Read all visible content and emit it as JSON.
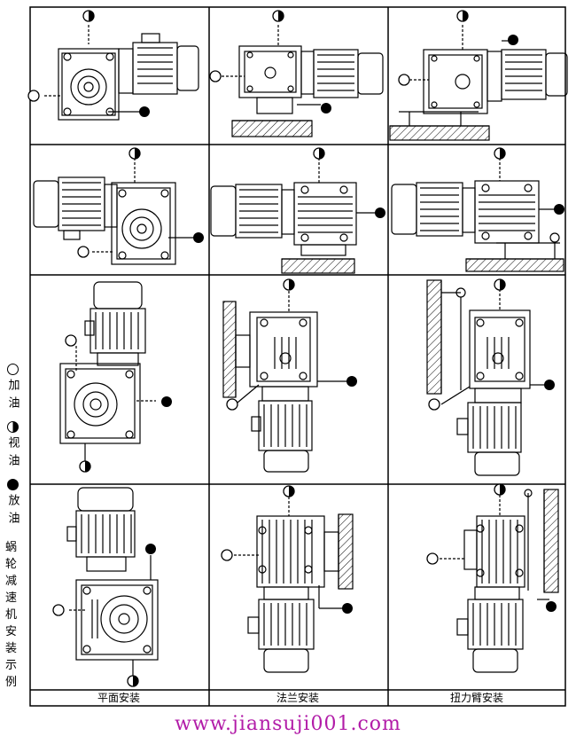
{
  "legend": {
    "fill": "加油",
    "view": "视油",
    "drain": "放油"
  },
  "title": [
    "蜗",
    "轮",
    "减",
    "速",
    "机",
    "安",
    "装",
    "示",
    "例"
  ],
  "captions": {
    "col1": "平面安装",
    "col2": "法兰安装",
    "col3": "扭力臂安装"
  },
  "footer": {
    "url": "www.jiansuji001.com",
    "color": "#b21ca8"
  },
  "symbols": {
    "fill": "hollow-circle",
    "view": "half-filled-circle",
    "drain": "solid-circle"
  }
}
